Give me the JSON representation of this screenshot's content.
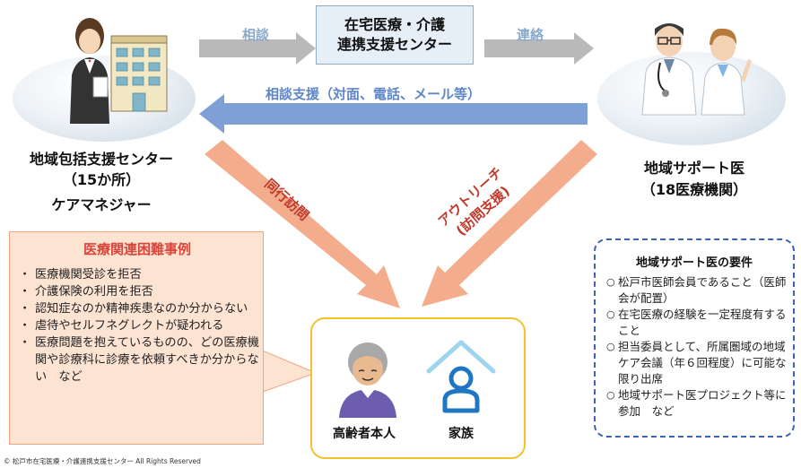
{
  "center_box": {
    "line1": "在宅医療・介護",
    "line2": "連携支援センター"
  },
  "arrow_labels": {
    "consult": "相談",
    "contact": "連絡",
    "consult_support": "相談支援（対面、電話、メール等）",
    "accompany": "同行訪問",
    "outreach": "アウトリーチ",
    "outreach_sub": "(訪問支援)"
  },
  "left_party": {
    "name": "地域包括支援センター",
    "count": "（15か所）",
    "role": "ケアマネジャー"
  },
  "right_party": {
    "name": "地域サポート医",
    "count": "（18医療機関）"
  },
  "cases": {
    "title": "医療関連困難事例",
    "items": [
      "医療機関受診を拒否",
      "介護保険の利用を拒否",
      "認知症なのか精神疾患なのか分からない",
      "虐待やセルフネグレクトが疑われる",
      "医療問題を抱えているものの、どの医療機関や診療科に診療を依頼すべきか分からない　など"
    ]
  },
  "target": {
    "elder": "高齢者本人",
    "family": "家族"
  },
  "requirements": {
    "title": "地域サポート医の要件",
    "items": [
      "松戸市医師会員であること（医師会が配置）",
      "在宅医療の経験を一定程度有すること",
      "担当委員として、所属圏域の地域ケア会議（年６回程度）に可能な限り出席",
      "地域サポート医プロジェクト等に参加　など"
    ]
  },
  "copyright": "© 松戸市在宅医療・介護連携支援センター All Rights Reserved",
  "colors": {
    "gray_arrow": "#b9b9b9",
    "blue_arrow": "#7fa0d6",
    "orange_arrow": "#f4ad8c",
    "case_title": "#d9453a",
    "requirements_border": "#3b63b4",
    "target_border": "#f3c32e"
  }
}
